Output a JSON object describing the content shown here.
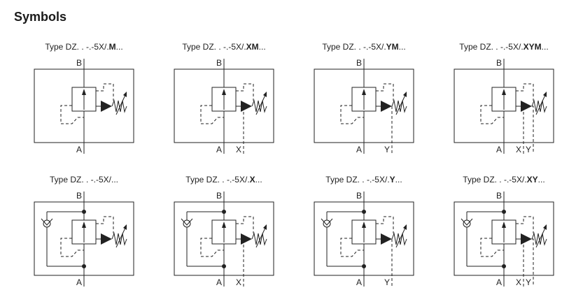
{
  "heading": "Symbols",
  "symbols": [
    {
      "prefix": "Type DZ. . -.-5X/.",
      "suffix": "M",
      "tail": "...",
      "ports": [
        "A"
      ],
      "relief": false
    },
    {
      "prefix": "Type DZ. . -.-5X/.",
      "suffix": "XM",
      "tail": "...",
      "ports": [
        "A",
        "X"
      ],
      "relief": false
    },
    {
      "prefix": "Type DZ. . -.-5X/.",
      "suffix": "YM",
      "tail": "...",
      "ports": [
        "A",
        "Y"
      ],
      "relief": false
    },
    {
      "prefix": "Type DZ. . -.-5X/.",
      "suffix": "XYM",
      "tail": "...",
      "ports": [
        "A",
        "X",
        "Y"
      ],
      "relief": false
    },
    {
      "prefix": "Type DZ. . -.-5X/...",
      "suffix": "",
      "tail": "",
      "ports": [
        "A"
      ],
      "relief": true
    },
    {
      "prefix": "Type DZ. . -.-5X/.",
      "suffix": "X",
      "tail": "...",
      "ports": [
        "A",
        "X"
      ],
      "relief": true
    },
    {
      "prefix": "Type DZ. . -.-5X/.",
      "suffix": "Y",
      "tail": "...",
      "ports": [
        "A",
        "Y"
      ],
      "relief": true
    },
    {
      "prefix": "Type DZ. . -.-5X/.",
      "suffix": "XY",
      "tail": "...",
      "ports": [
        "A",
        "X",
        "Y"
      ],
      "relief": true
    }
  ],
  "port_b": "B"
}
